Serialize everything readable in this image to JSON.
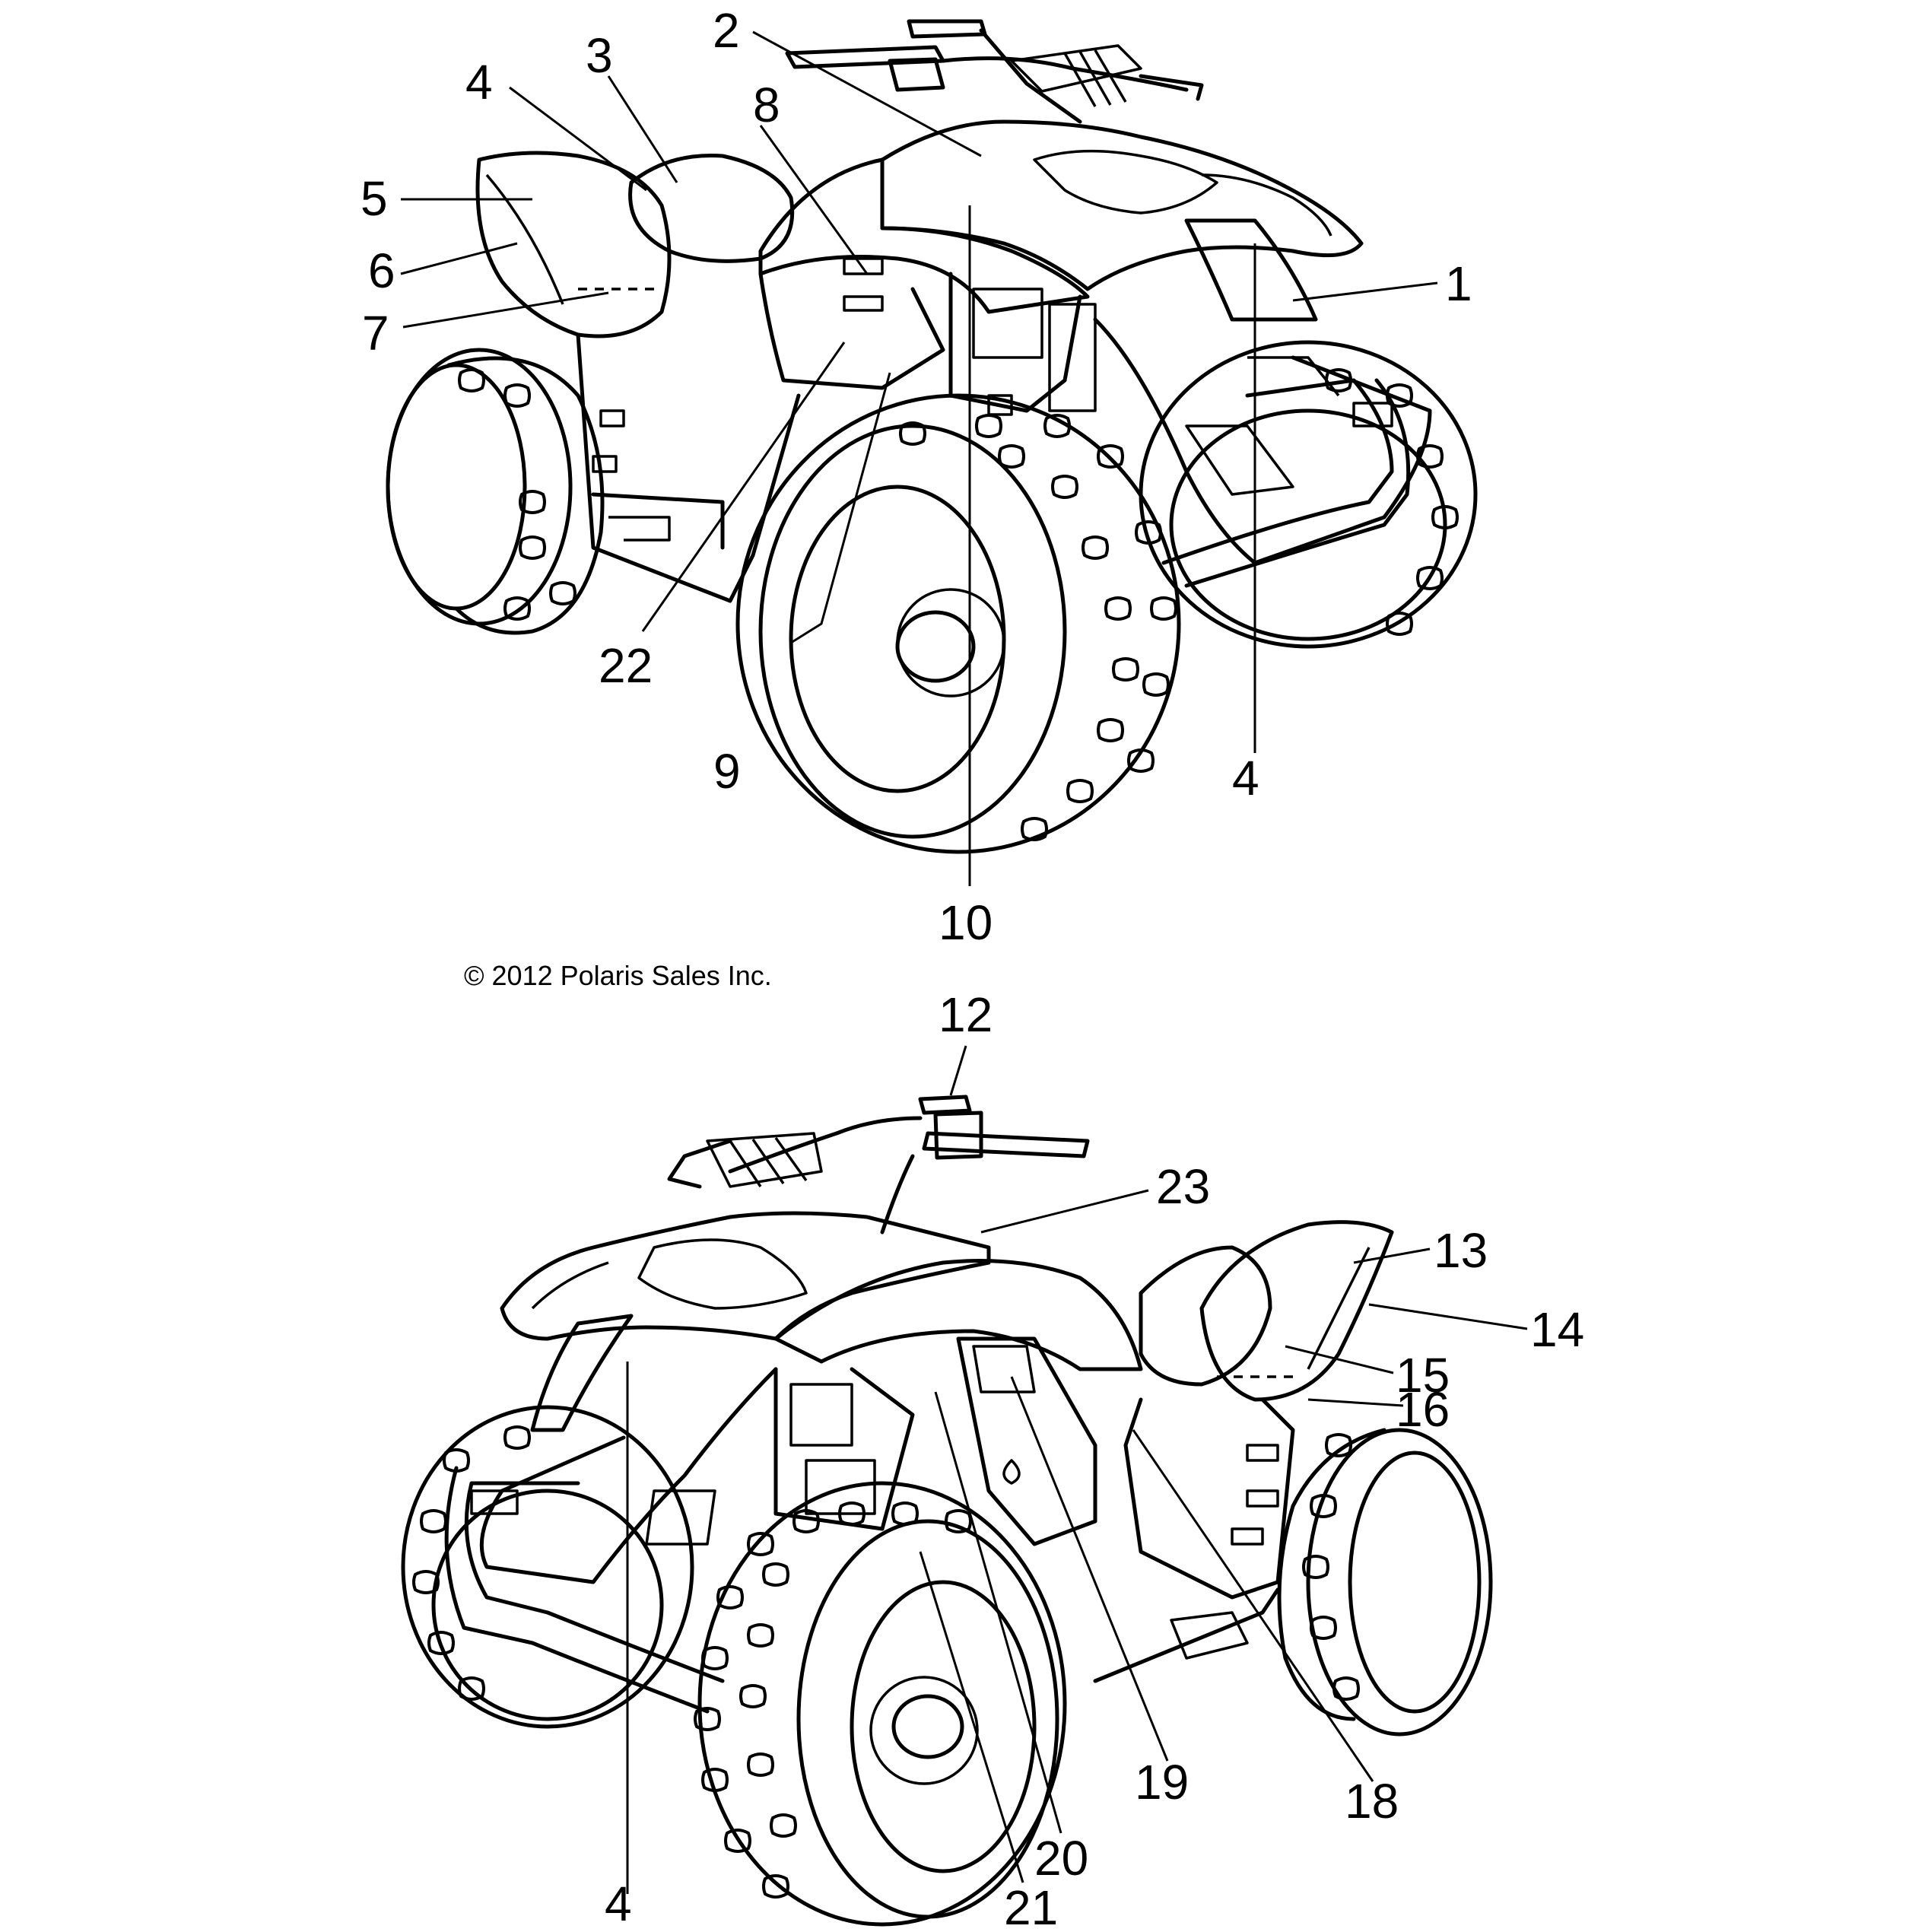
{
  "copyright": "© 2012 Polaris Sales Inc.",
  "top_view": {
    "callouts": [
      "1",
      "2",
      "3",
      "4",
      "4",
      "5",
      "6",
      "7",
      "8",
      "9",
      "10",
      "22"
    ]
  },
  "bottom_view": {
    "callouts": [
      "4",
      "12",
      "13",
      "14",
      "15",
      "16",
      "18",
      "19",
      "20",
      "21",
      "23"
    ]
  },
  "colors": {
    "line": "#000000",
    "background": "#ffffff"
  }
}
